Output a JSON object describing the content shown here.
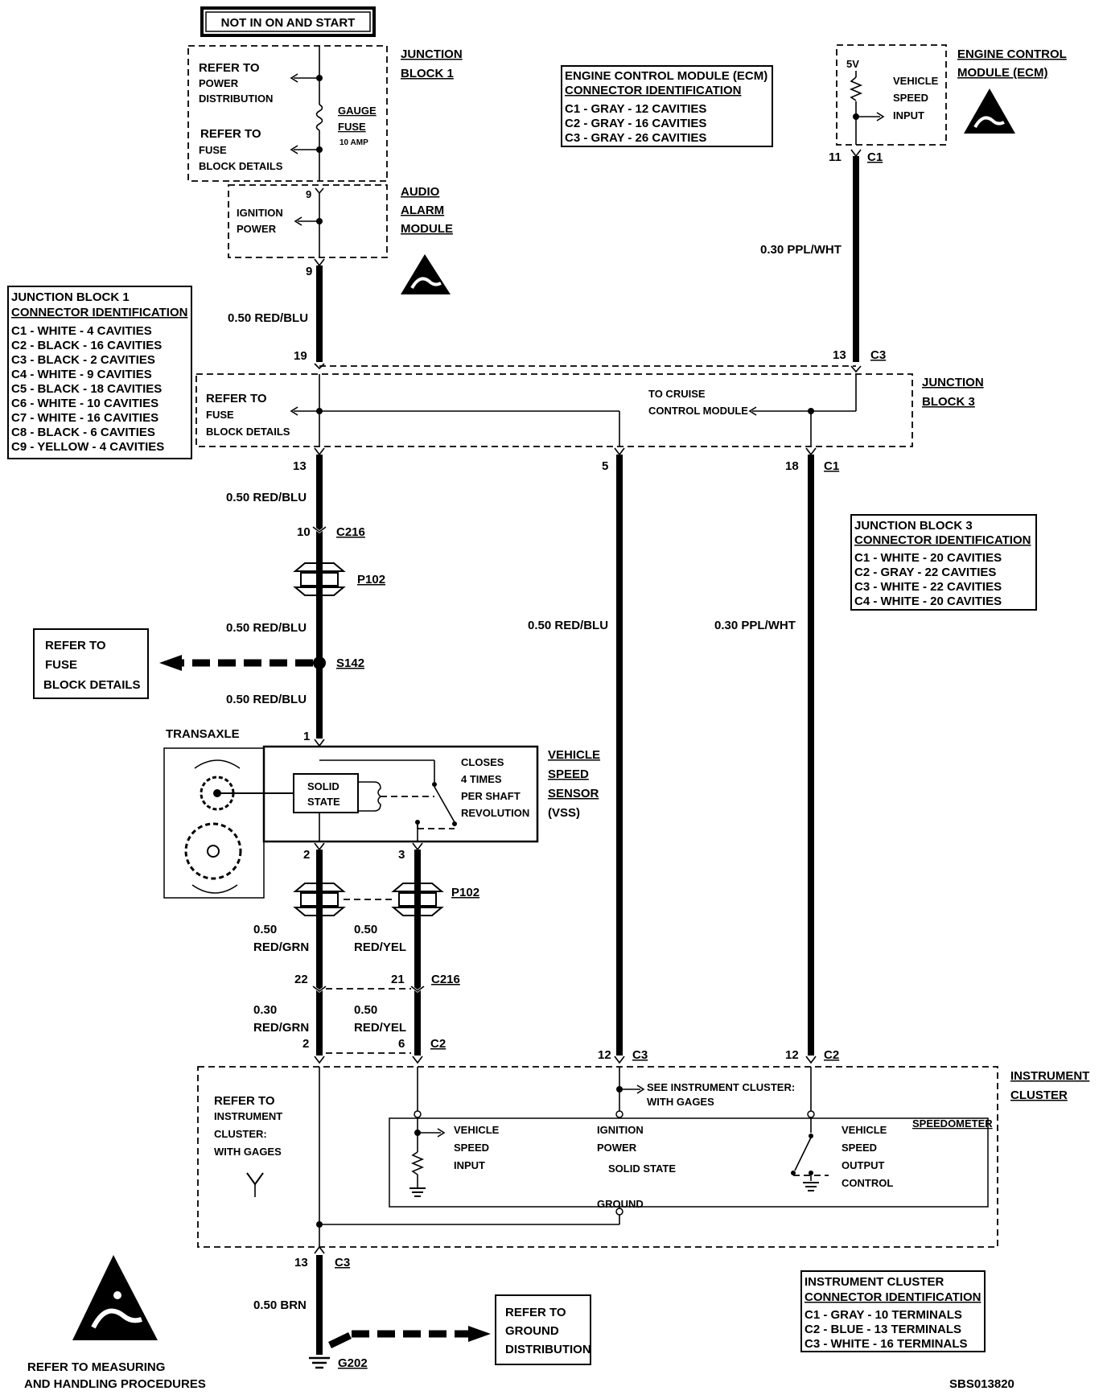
{
  "header": {
    "not_in_on_start": "NOT IN ON AND START"
  },
  "jb1_box": {
    "title1": "JUNCTION",
    "title2": "BLOCK 1",
    "refer1_a": "REFER TO",
    "refer1_b": "POWER",
    "refer1_c": "DISTRIBUTION",
    "refer2_a": "REFER TO",
    "refer2_b": "FUSE",
    "refer2_c": "BLOCK DETAILS",
    "fuse_a": "GAUGE",
    "fuse_b": "FUSE",
    "fuse_c": "10 AMP"
  },
  "alarm_box": {
    "title1": "AUDIO",
    "title2": "ALARM",
    "title3": "MODULE",
    "pin": "9",
    "ign_a": "IGNITION",
    "ign_b": "POWER"
  },
  "ecm_box": {
    "title1": "ENGINE CONTROL",
    "title2": "MODULE (ECM)",
    "v5": "5V",
    "input_a": "VEHICLE",
    "input_b": "SPEED",
    "input_c": "INPUT"
  },
  "ecm_id": {
    "title1": "ENGINE CONTROL MODULE (ECM)",
    "title2": "CONNECTOR IDENTIFICATION",
    "rows": [
      "C1 - GRAY - 12 CAVITIES",
      "C2 - GRAY - 16 CAVITIES",
      "C3 - GRAY - 26 CAVITIES"
    ]
  },
  "jb1_id": {
    "title1": "JUNCTION BLOCK 1",
    "title2": "CONNECTOR IDENTIFICATION",
    "rows": [
      "C1 - WHITE - 4 CAVITIES",
      "C2 - BLACK - 16 CAVITIES",
      "C3 - BLACK - 2 CAVITIES",
      "C4 - WHITE - 9 CAVITIES",
      "C5 - BLACK - 18 CAVITIES",
      "C6 - WHITE - 10 CAVITIES",
      "C7 - WHITE - 16 CAVITIES",
      "C8 - BLACK - 6 CAVITIES",
      "C9 - YELLOW - 4 CAVITIES"
    ]
  },
  "jb3_box": {
    "title1": "JUNCTION",
    "title2": "BLOCK 3",
    "refer_a": "REFER TO",
    "refer_b": "FUSE",
    "refer_c": "BLOCK DETAILS",
    "cruise_a": "TO CRUISE",
    "cruise_b": "CONTROL MODULE"
  },
  "jb3_id": {
    "title1": "JUNCTION BLOCK 3",
    "title2": "CONNECTOR IDENTIFICATION",
    "rows": [
      "C1 - WHITE - 20 CAVITIES",
      "C2 - GRAY - 22 CAVITIES",
      "C3 - WHITE - 22 CAVITIES",
      "C4 - WHITE - 20 CAVITIES"
    ]
  },
  "wires": {
    "w1": "0.50 RED/BLU",
    "w2": "0.50 RED/BLU",
    "w3": "0.50 RED/BLU",
    "w4": "0.50 RED/BLU",
    "w5": "0.50 RED/BLU",
    "w6": "0.30 PPL/WHT",
    "w7": "0.30 PPL/WHT",
    "w8a": "0.50",
    "w8b": "RED/GRN",
    "w9a": "0.50",
    "w9b": "RED/YEL",
    "w10a": "0.30",
    "w10b": "RED/GRN",
    "w11a": "0.50",
    "w11b": "RED/YEL",
    "w12": "0.50 BRN"
  },
  "pins": {
    "p9": "9",
    "p19": "19",
    "p11": "11",
    "c1_ecm": "C1",
    "p13_c3": "13",
    "c3_jb": "C3",
    "p13": "13",
    "p5": "5",
    "p18": "18",
    "c1_jb3": "C1",
    "p10": "10",
    "c216": "C216",
    "p102": "P102",
    "s142": "S142",
    "p1": "1",
    "p2": "2",
    "p3": "3",
    "p102b": "P102",
    "p22": "22",
    "p21": "21",
    "c216b": "C216",
    "p2b": "2",
    "p6": "6",
    "c2": "C2",
    "p12a": "12",
    "c3": "C3",
    "p12b": "12",
    "c2b": "C2",
    "p13b": "13",
    "c3b": "C3",
    "g202": "G202"
  },
  "refer_fuse_box": {
    "a": "REFER TO",
    "b": "FUSE",
    "c": "BLOCK DETAILS"
  },
  "vss": {
    "transaxle": "TRANSAXLE",
    "title1": "VEHICLE",
    "title2": "SPEED",
    "title3": "SENSOR",
    "title4": "(VSS)",
    "solid1": "SOLID",
    "solid2": "STATE",
    "closes1": "CLOSES",
    "closes2": "4 TIMES",
    "closes3": "PER SHAFT",
    "closes4": "REVOLUTION"
  },
  "ic": {
    "title1": "INSTRUMENT",
    "title2": "CLUSTER",
    "refer_a": "REFER TO",
    "refer_b": "INSTRUMENT",
    "refer_c": "CLUSTER:",
    "refer_d": "WITH GAGES",
    "see_a": "SEE INSTRUMENT CLUSTER:",
    "see_b": "WITH GAGES",
    "speedometer": "SPEEDOMETER",
    "vsi_a": "VEHICLE",
    "vsi_b": "SPEED",
    "vsi_c": "INPUT",
    "ign_a": "IGNITION",
    "ign_b": "POWER",
    "solid": "SOLID STATE",
    "ground": "GROUND",
    "vso_a": "VEHICLE",
    "vso_b": "SPEED",
    "vso_c": "OUTPUT",
    "vso_d": "CONTROL"
  },
  "ic_id": {
    "title1": "INSTRUMENT CLUSTER",
    "title2": "CONNECTOR IDENTIFICATION",
    "rows": [
      "C1 - GRAY - 10 TERMINALS",
      "C2 - BLUE - 13 TERMINALS",
      "C3 - WHITE - 16 TERMINALS"
    ]
  },
  "ground_box": {
    "a": "REFER TO",
    "b": "GROUND",
    "c": "DISTRIBUTION"
  },
  "esd": {
    "a": "REFER TO MEASURING",
    "b": "AND HANDLING PROCEDURES"
  },
  "code": "SBS013820"
}
